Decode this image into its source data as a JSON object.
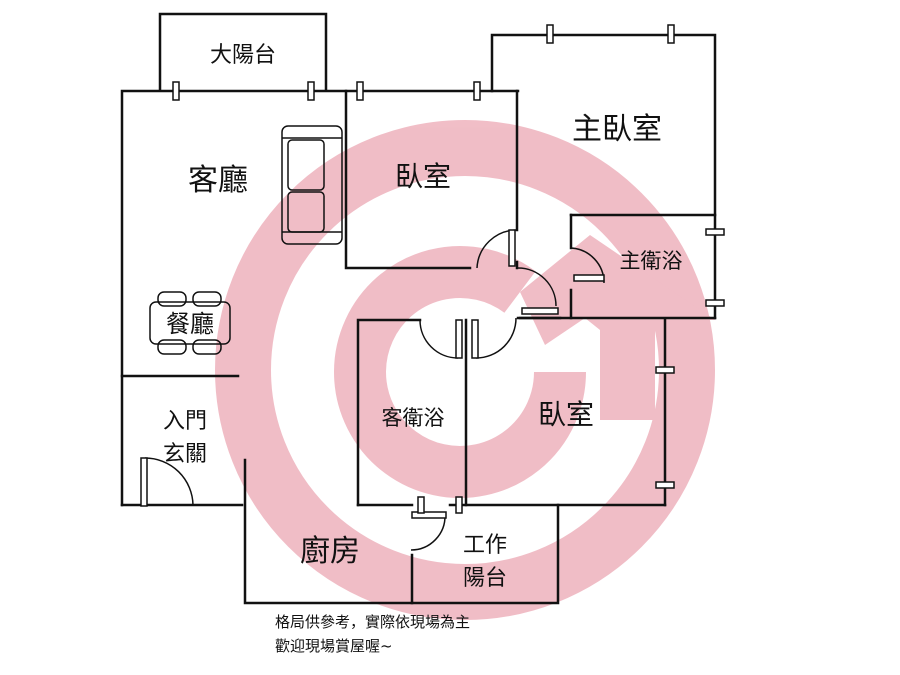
{
  "rooms": {
    "balcony": "大陽台",
    "living": "客廳",
    "bedroom_top": "臥室",
    "master_bedroom": "主臥室",
    "master_bath": "主衛浴",
    "dining": "餐廳",
    "entry_line1": "入門",
    "entry_line2": "玄關",
    "guest_bath": "客衛浴",
    "bedroom_bottom": "臥室",
    "kitchen": "廚房",
    "utility_line1": "工作",
    "utility_line2": "陽台"
  },
  "notes": {
    "line1": "格局供參考，實際依現場為主",
    "line2": "歡迎現場賞屋喔~"
  },
  "watermark": {
    "icon": "logo-circle-house-icon",
    "color": "#d9536b"
  },
  "colors": {
    "wall": "#111111",
    "background": "#ffffff"
  }
}
